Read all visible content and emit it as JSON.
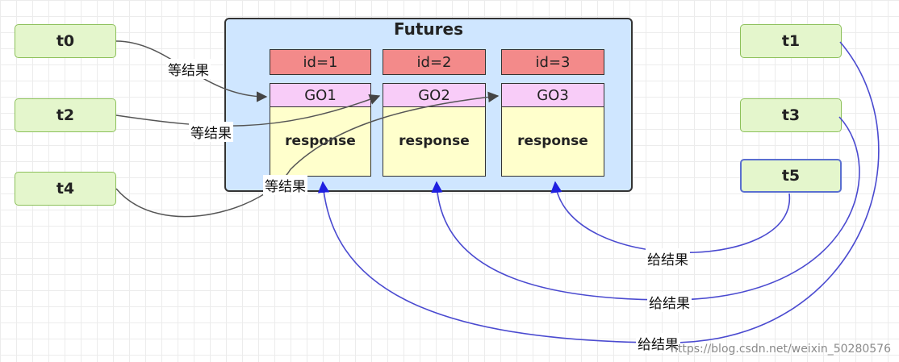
{
  "futures": {
    "title": "Futures",
    "ids": [
      "id=1",
      "id=2",
      "id=3"
    ],
    "gos": [
      "GO1",
      "GO2",
      "GO3"
    ],
    "response": "response"
  },
  "threads": {
    "t0": "t0",
    "t2": "t2",
    "t4": "t4",
    "t1": "t1",
    "t3": "t3",
    "t5": "t5"
  },
  "labels": {
    "wait": "等结果",
    "give": "给结果"
  },
  "watermark": "https://blog.csdn.net/weixin_50280576",
  "colors": {
    "futures_bg": "#cfe6ff",
    "id_bg": "#f38a8a",
    "go_bg": "#f8ccf8",
    "response_bg": "#ffffcc",
    "thread_bg": "#e4f6cc",
    "wait_edge": "#555555",
    "give_edge": "#4a4ad0"
  }
}
